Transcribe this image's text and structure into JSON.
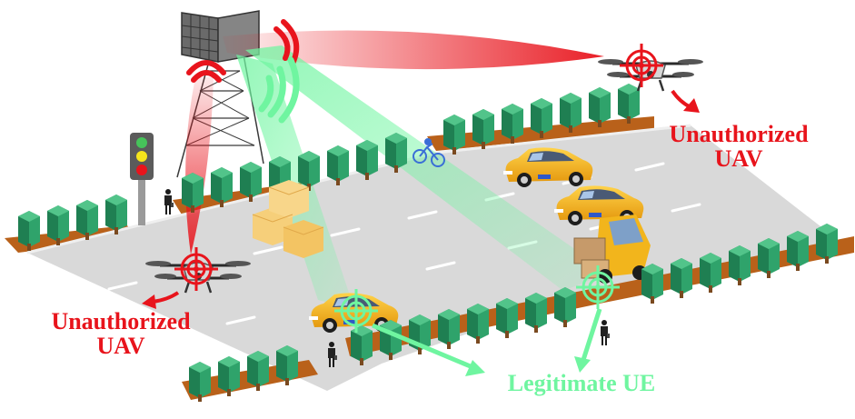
{
  "labels": {
    "unauthorized_top_line1": "Unauthorized",
    "unauthorized_top_line2": "UAV",
    "unauthorized_left_line1": "Unauthorized",
    "unauthorized_left_line2": "UAV",
    "legitimate_ue": "Legitimate UE"
  },
  "colors": {
    "unauthorized": "#e8141c",
    "legitimate": "#6ff5a0",
    "road": "#d9d9d9",
    "soil": "#b9611a",
    "tree": "#2fa36b",
    "car": "#f2b51c"
  },
  "icons": [
    "base-station-icon",
    "drone-icon",
    "car-icon",
    "forklift-icon",
    "bicycle-icon",
    "pedestrian-icon",
    "traffic-light-icon",
    "crosshair-icon",
    "box-stack-icon"
  ]
}
